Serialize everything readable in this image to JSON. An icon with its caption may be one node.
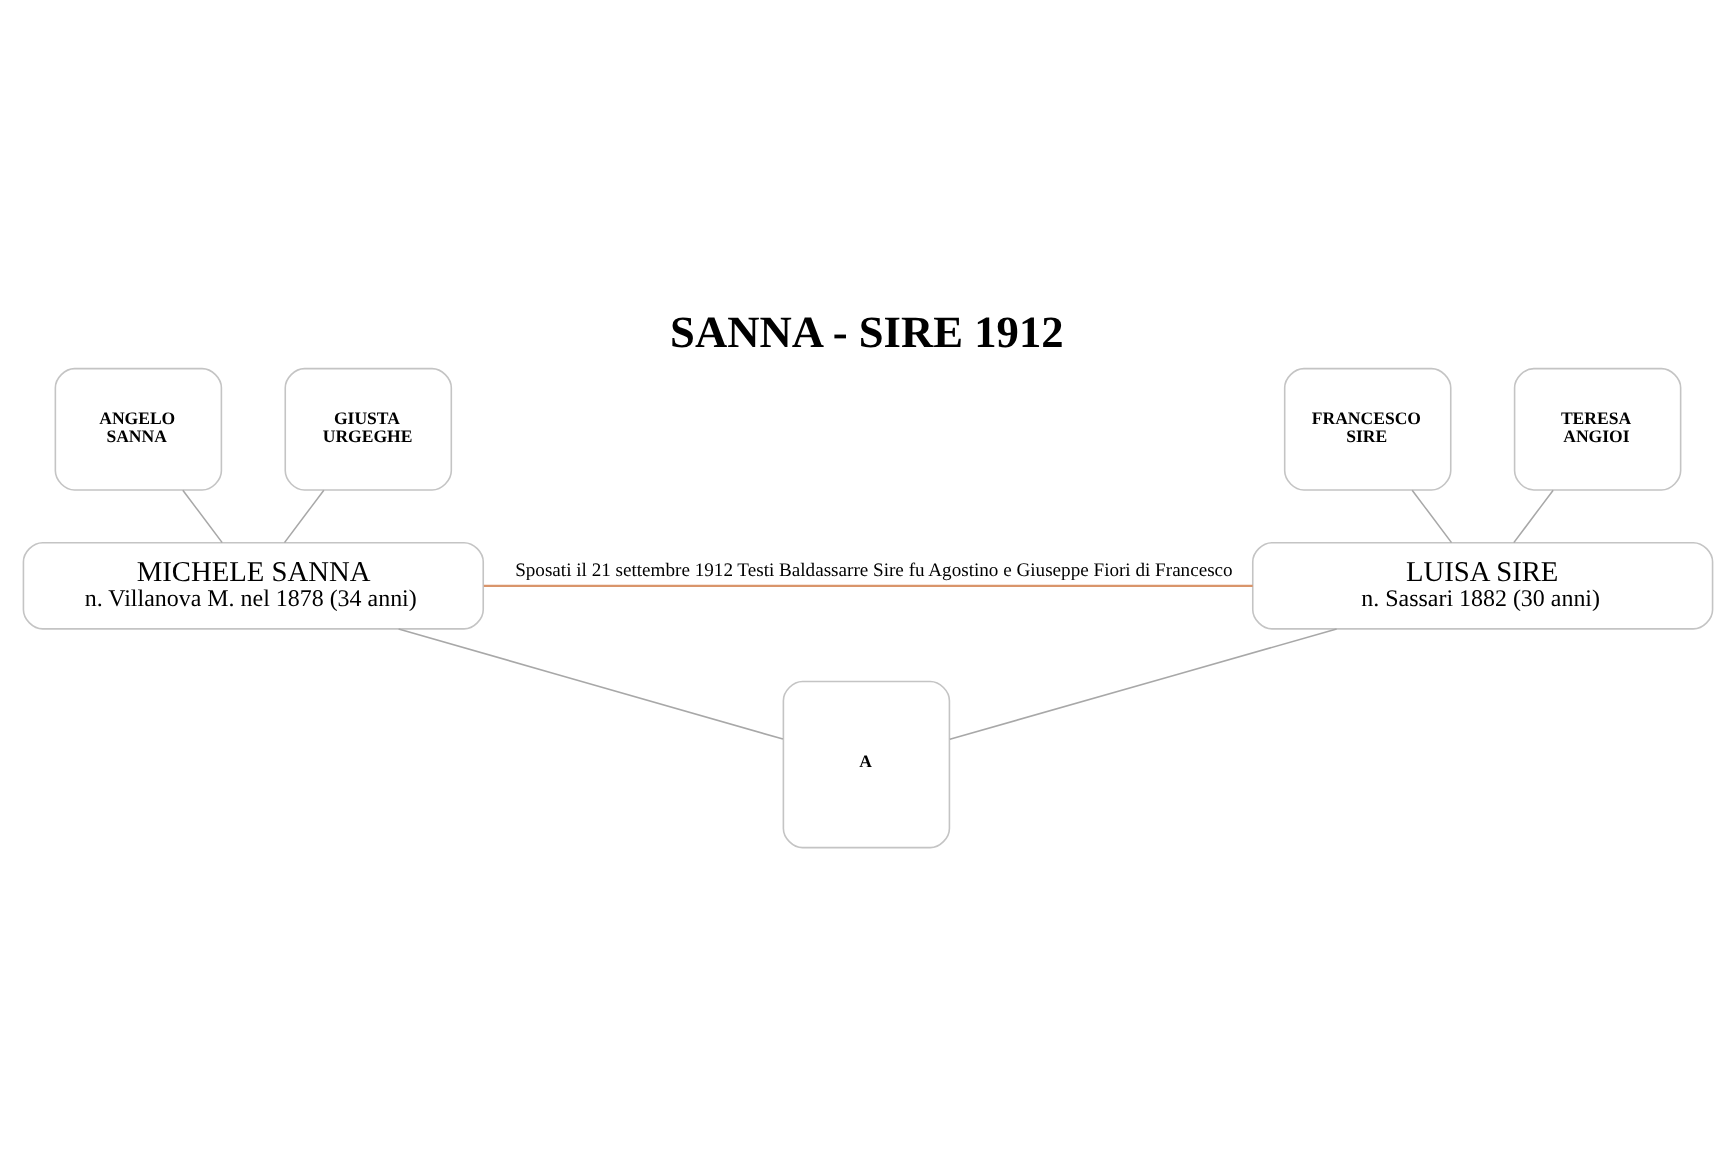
{
  "diagram": {
    "title": "SANNA - SIRE 1912",
    "nodes": [
      {
        "text": [
          "ANGELO SANNA"
        ]
      },
      {
        "text": [
          "GIUSTA URGEGHE"
        ]
      },
      {
        "text": [
          "FRANCESCO SIRE"
        ]
      },
      {
        "text": [
          "TERESA ANGIOI"
        ]
      },
      {
        "text": [
          "MICHELE SANNA",
          "n. Villanova M. nel 1878 (34 anni)"
        ]
      },
      {
        "text": [
          "LUISA SIRE",
          "n. Sassari 1882 (30 anni)"
        ]
      },
      {
        "text": [
          "A"
        ]
      }
    ],
    "edges": [
      {
        "from": 0,
        "to": 4,
        "arrow": "none"
      },
      {
        "from": 1,
        "to": 4,
        "arrow": "none"
      },
      {
        "from": 2,
        "to": 5,
        "arrow": "none"
      },
      {
        "from": 3,
        "to": 5,
        "arrow": "none"
      },
      {
        "from": 4,
        "to": 5,
        "arrow": "none",
        "label": "Sposati il 21 settembre 1912 Testi Baldassarre Sire fu Agostino e Giuseppe Fiori di Francesco",
        "color": "#d9956b"
      },
      {
        "from": 4,
        "to": 6,
        "arrow": "none"
      },
      {
        "from": 5,
        "to": 6,
        "arrow": "none"
      }
    ]
  }
}
